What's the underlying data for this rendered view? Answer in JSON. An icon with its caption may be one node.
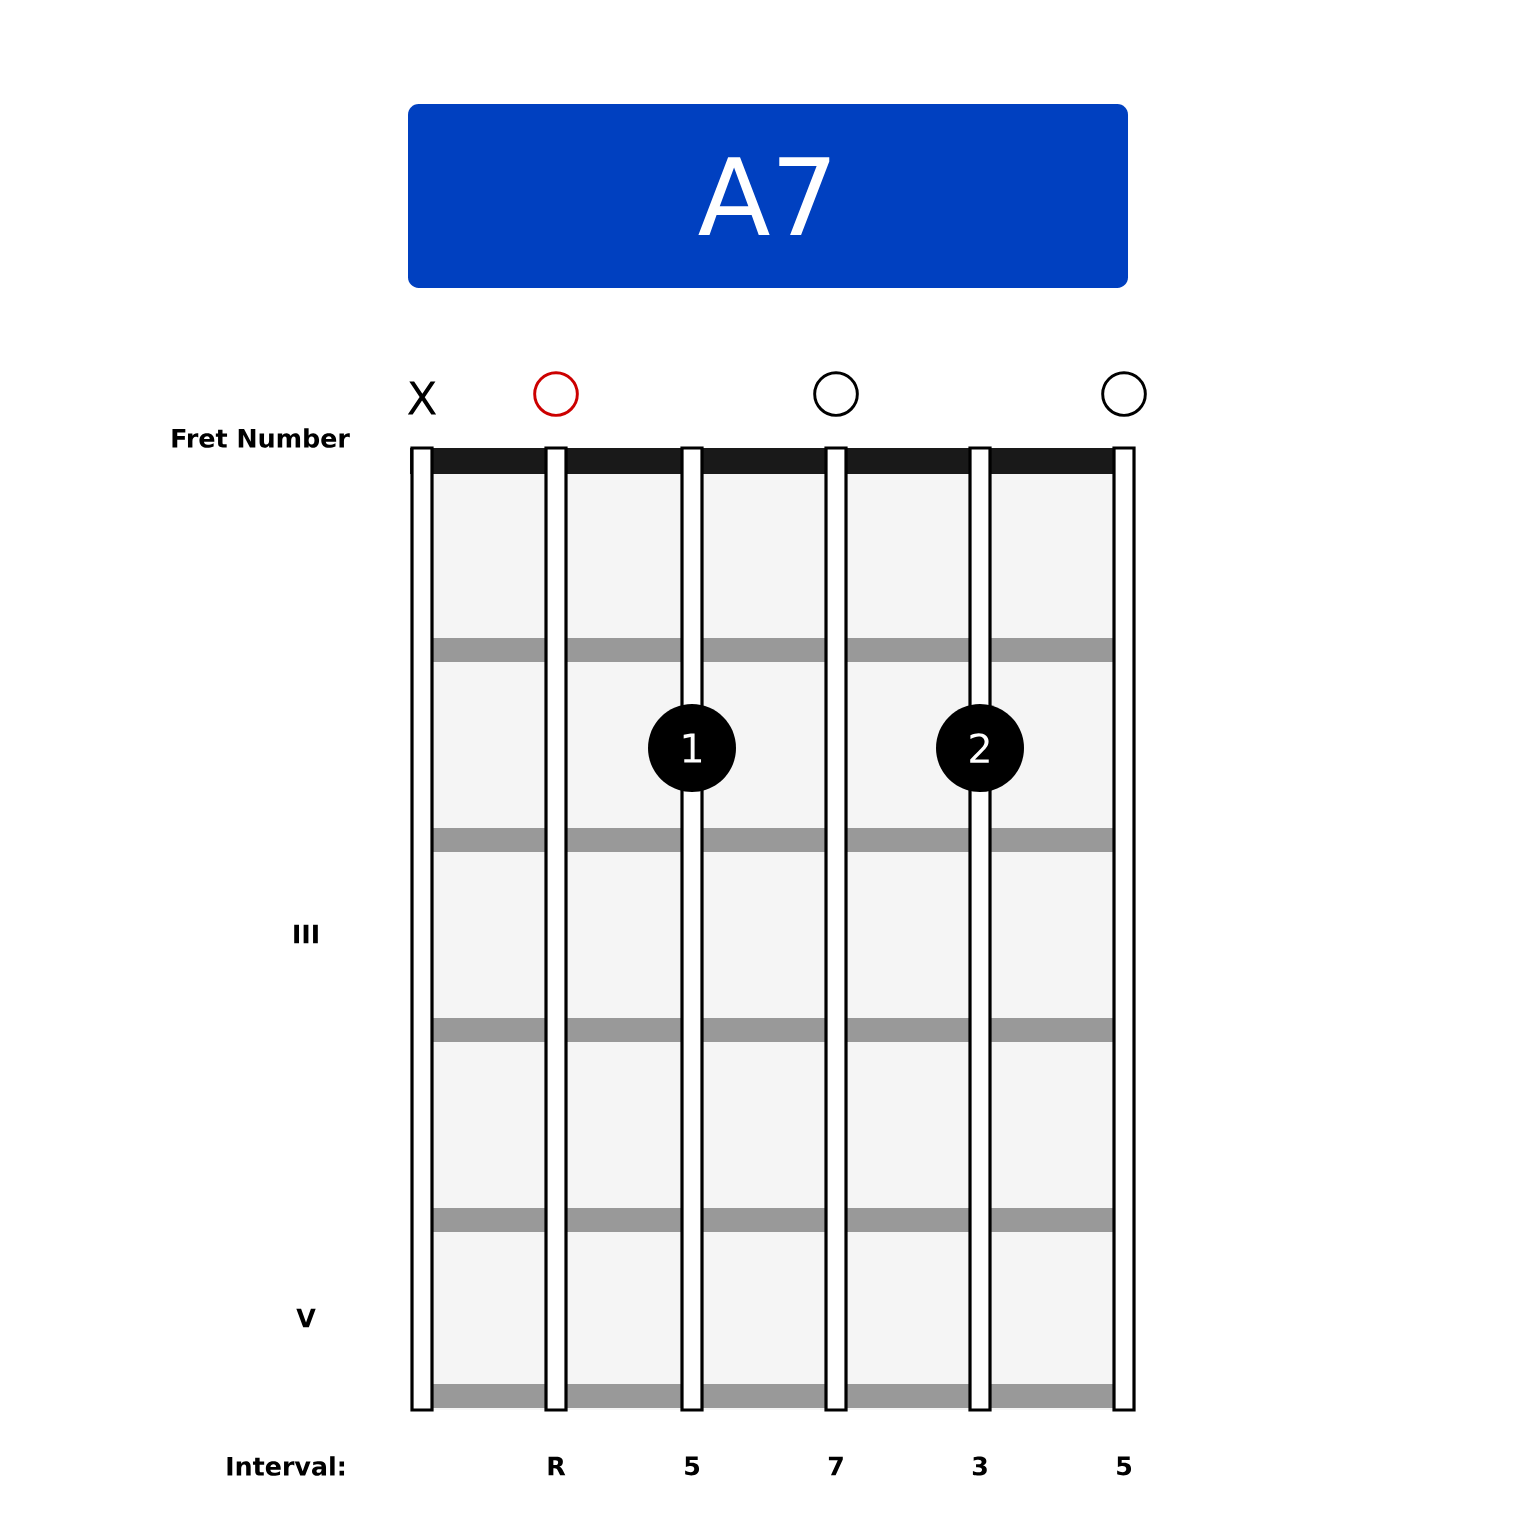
{
  "diagram": {
    "title": "A7",
    "nodes": [
      {
        "text": [],
        "shape": "circle"
      },
      {
        "text": [],
        "shape": "circle"
      },
      {
        "text": [],
        "shape": "circle"
      },
      {
        "text": [
          "1"
        ]
      },
      {
        "text": [
          "2"
        ]
      }
    ],
    "labels": [
      "X",
      "Fret Number",
      "III",
      "V",
      "Interval:",
      "R",
      "5",
      "7",
      "3",
      "5"
    ]
  }
}
